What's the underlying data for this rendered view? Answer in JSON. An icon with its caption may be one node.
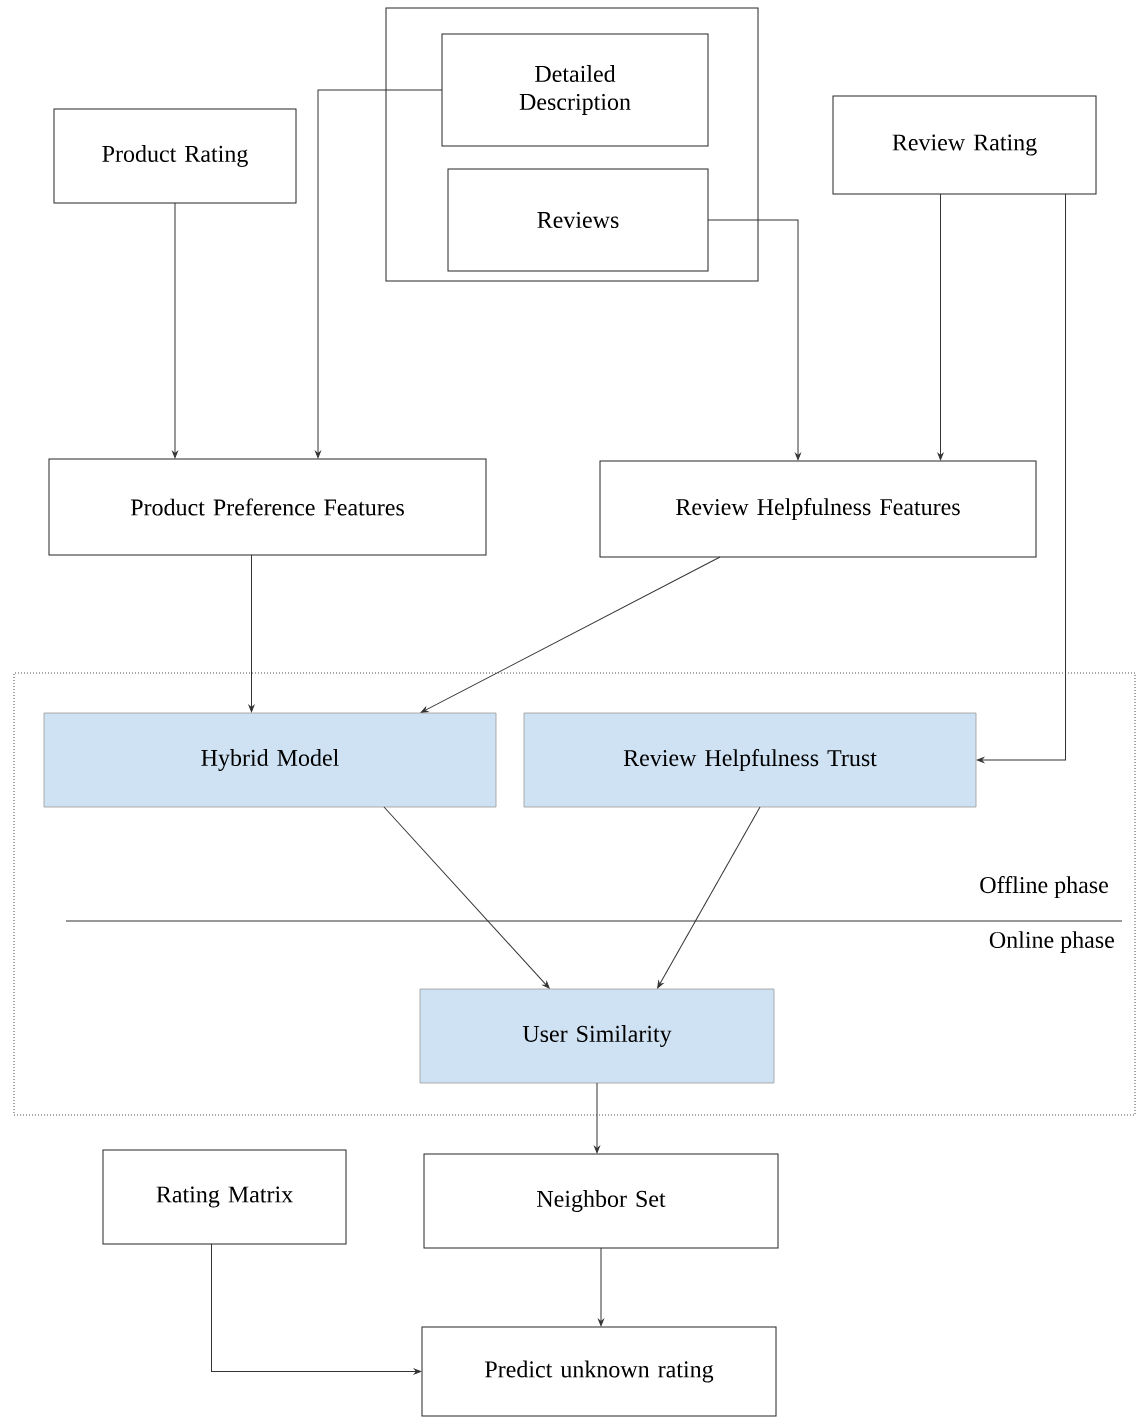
{
  "diagram": {
    "nodes": [
      {
        "text": [],
        "shape": "box"
      },
      {
        "text": [
          "Detailed Description"
        ],
        "in": 0
      },
      {
        "text": [
          "Reviews"
        ],
        "in": 0
      },
      {
        "text": [
          "Product Rating"
        ]
      },
      {
        "text": [
          "Review Rating"
        ]
      },
      {
        "text": [
          "Product Preference Features"
        ]
      },
      {
        "text": [
          "Review Helpfulness Features"
        ]
      },
      {
        "text": [],
        "shape": "box"
      },
      {
        "text": [
          "Hybrid Model"
        ],
        "in": 7
      },
      {
        "text": [
          "Review Helpfulness Trust"
        ],
        "in": 7
      },
      {
        "text": [
          "User Similarity"
        ],
        "in": 7
      },
      {
        "text": [
          "Rating Matrix"
        ]
      },
      {
        "text": [
          "Neighbor Set"
        ]
      },
      {
        "text": [
          "Predict unknown rating"
        ]
      }
    ],
    "edges": [
      {
        "from": 3,
        "to": 5,
        "arrow": "to"
      },
      {
        "from": 1,
        "to": 5,
        "arrow": "to"
      },
      {
        "from": 2,
        "to": 6,
        "arrow": "to"
      },
      {
        "from": 4,
        "to": 6,
        "arrow": "to"
      },
      {
        "from": 4,
        "to": 9,
        "arrow": "to"
      },
      {
        "from": 5,
        "to": 8,
        "arrow": "to"
      },
      {
        "from": 6,
        "to": 8,
        "arrow": "to"
      },
      {
        "from": 8,
        "to": 10,
        "arrow": "to"
      },
      {
        "from": 9,
        "to": 10,
        "arrow": "to"
      },
      {
        "from": 10,
        "to": 12,
        "arrow": "to"
      },
      {
        "from": 12,
        "to": 13,
        "arrow": "to"
      },
      {
        "from": 11,
        "to": 13,
        "arrow": "to"
      }
    ],
    "labels": [
      "Offline phase",
      "Online phase"
    ]
  }
}
